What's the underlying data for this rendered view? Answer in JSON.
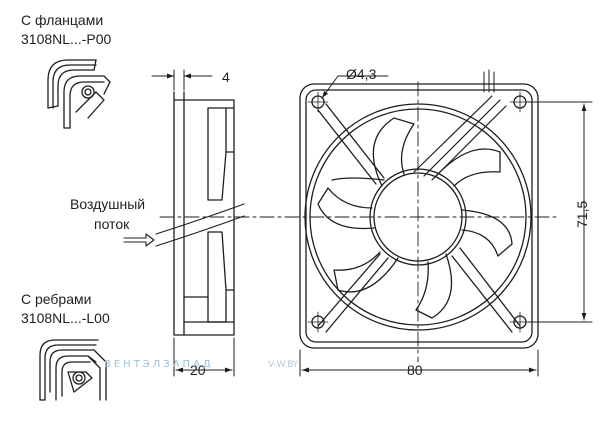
{
  "labels": {
    "flanged_title": "С фланцами",
    "flanged_code": "3108NL...-P00",
    "airflow_line1": "Воздушный",
    "airflow_line2": "поток",
    "ribbed_title": "С ребрами",
    "ribbed_code": "3108NL...-L00"
  },
  "dimensions": {
    "hole_diameter": "Ø4,3",
    "thickness_top": "4",
    "thickness_total": "20",
    "width": "80",
    "hole_spacing": "71,5"
  },
  "watermark": {
    "brand": "ВЕНТЭЛЗАПАД",
    "site": "V-W.BY"
  },
  "colors": {
    "line": "#1e1e1e",
    "watermark": "#9cc0dd"
  }
}
